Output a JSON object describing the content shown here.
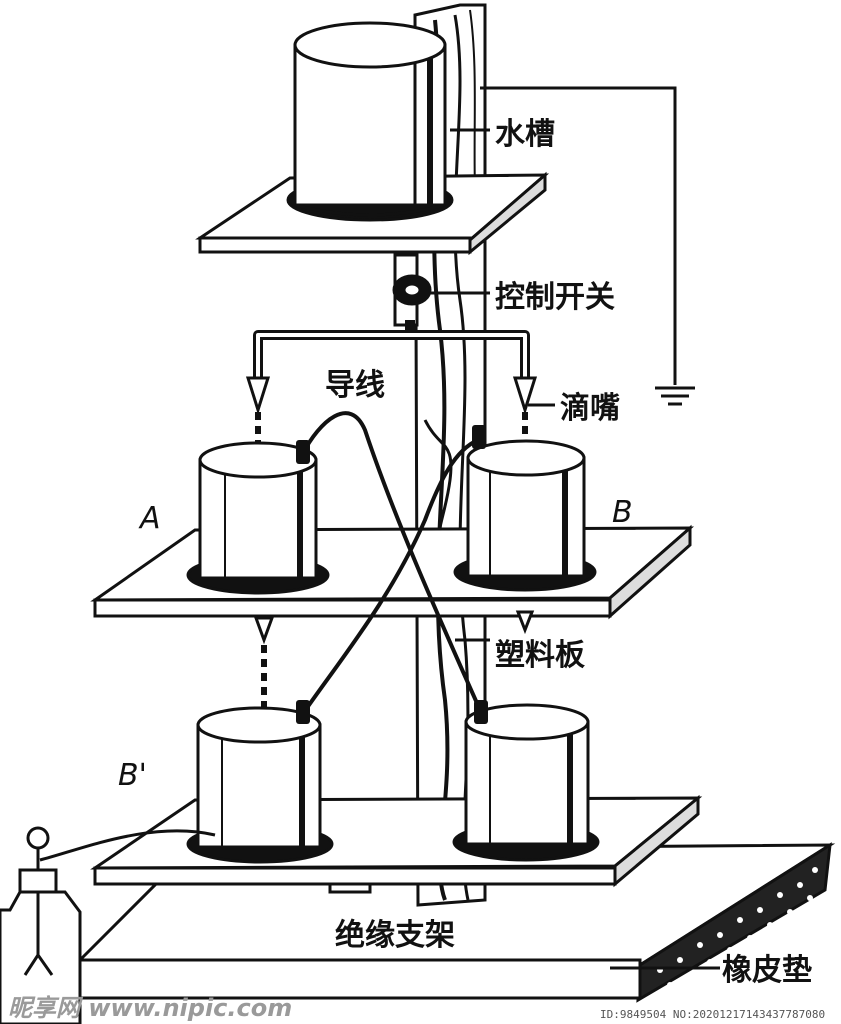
{
  "labels": {
    "water_tank": "水槽",
    "control_switch": "控制开关",
    "wire": "导线",
    "nozzle": "滴嘴",
    "plastic_board": "塑料板",
    "insulating_stand": "绝缘支架",
    "rubber_mat": "橡皮垫"
  },
  "letters": {
    "a": "A",
    "b": "B",
    "b_prime": "B'"
  },
  "watermark": {
    "logo": "昵享网 www.nipic.com",
    "id": "ID:9849504 NO:20201217143437787080"
  },
  "colors": {
    "ink": "#111111",
    "paper": "#ffffff"
  }
}
